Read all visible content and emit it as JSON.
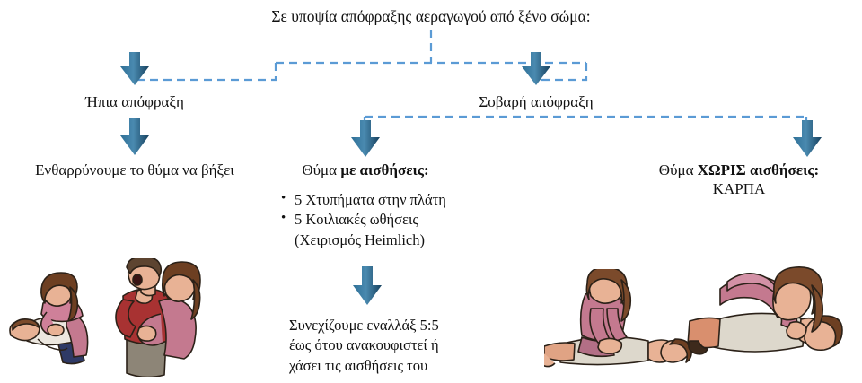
{
  "doc": {
    "title": "Σε υποψία απόφραξης αεραγωγού από ξένο σώμα:",
    "language": "el"
  },
  "colors": {
    "connector_line": "#5b9bd5",
    "arrow_light": "#4a8ab0",
    "arrow_dark": "#1f4e79",
    "text": "#111111",
    "background": "#ffffff"
  },
  "nodes": {
    "root": {
      "label": "Σε υποψία απόφραξης αεραγωγού από ξένο σώμα:"
    },
    "mild": {
      "label": "Ήπια απόφραξη",
      "action": "Ενθαρρύνουμε το θύμα να βήξει"
    },
    "severe": {
      "label": "Σοβαρή απόφραξη"
    },
    "conscious": {
      "label_plain": "Θύμα ",
      "label_bold": "με αισθήσεις",
      "label_suffix": ":",
      "steps": [
        "5 Χτυπήματα στην πλάτη",
        "5 Κοιλιακές ωθήσεις",
        "(Χειρισμός Heimlich)"
      ],
      "repeat_line1_prefix": "Συνεχίζουμε εναλλάξ ",
      "repeat_ratio": "5:5",
      "repeat_line2": "έως ότου ανακουφιστεί ή",
      "repeat_line3": "χάσει τις αισθήσεις του"
    },
    "unconscious": {
      "label_plain": "Θύμα ",
      "label_bold": "ΧΩΡΙΣ αισθήσεις",
      "label_suffix": ":",
      "action": "ΚΑΡΠΑ"
    }
  },
  "illustrations": [
    {
      "name": "back-blows-illustration",
      "alt": "Χτυπήματα στην πλάτη"
    },
    {
      "name": "heimlich-maneuver-illustration",
      "alt": "Χειρισμός Heimlich"
    },
    {
      "name": "chest-compressions-illustration",
      "alt": "Θωρακικές συμπιέσεις"
    },
    {
      "name": "rescue-breathing-illustration",
      "alt": "Εμφυσήσεις"
    }
  ]
}
